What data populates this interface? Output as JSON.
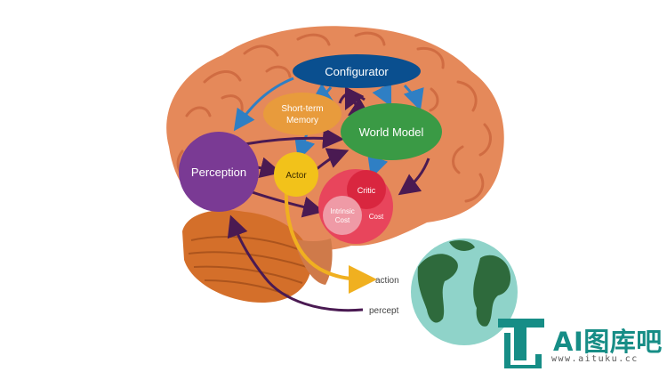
{
  "nodes": {
    "configurator": "Configurator",
    "short_term_memory_line1": "Short-term",
    "short_term_memory_line2": "Memory",
    "world_model": "World Model",
    "perception": "Perception",
    "actor": "Actor",
    "critic": "Critic",
    "intrinsic_cost_line1": "Intrinsic",
    "intrinsic_cost_line2": "Cost",
    "cost": "Cost"
  },
  "edges": {
    "action": "action",
    "percept": "percept"
  },
  "watermark": {
    "brand": "AI图库吧",
    "url": "www.aituku.cc"
  },
  "colors": {
    "configurator": "#0a4f8f",
    "memory": "#e89b3c",
    "world_model": "#3a9a45",
    "perception": "#7a3a94",
    "actor": "#f2c21a",
    "critic": "#d9263f",
    "intrinsic_cost": "#ef9aa6",
    "cost_circle": "#e8455c",
    "brain": "#e5895a",
    "cerebellum": "#d46f2a",
    "arrow_blue": "#2f7fc4",
    "arrow_purple": "#4a1a52",
    "action_arrow": "#f0b020",
    "globe_water": "#8fd3c9",
    "globe_land": "#2e6a3c",
    "watermark": "#168d86"
  }
}
